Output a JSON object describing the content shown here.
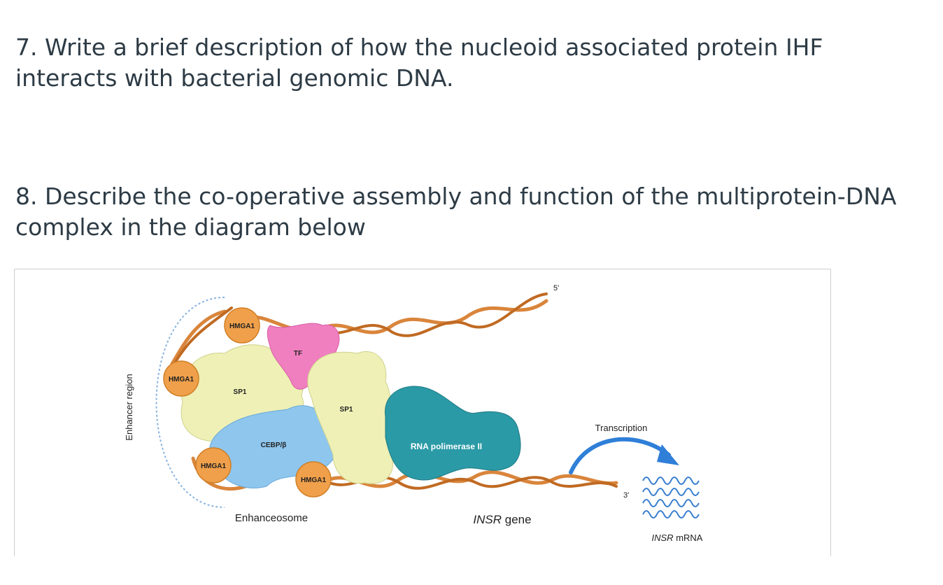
{
  "questions": {
    "q7": "7. Write a brief description of how the nucleoid associated protein IHF interacts with bacterial genomic DNA.",
    "q8": "8. Describe the co-operative assembly and function of the multiprotein-DNA complex in the diagram below"
  },
  "diagram": {
    "enhancer_region": "Enhancer region",
    "proteins": {
      "hmga1": "HMGA1",
      "tf": "TF",
      "sp1": "SP1",
      "cebp": "CEBP/β",
      "rna_pol": "RNA polimerase II"
    },
    "enhanceosome": "Enhanceosome",
    "gene_italic": "INSR",
    "gene_suffix": " gene",
    "transcription": "Transcription",
    "five_prime": "5'",
    "three_prime": "3'",
    "mrna_italic": "INSR",
    "mrna_suffix": " mRNA",
    "colors": {
      "dna": "#d9853b",
      "hmga1": "#f0a04b",
      "sp1": "#f0f2b8",
      "tf": "#f07fc0",
      "cebp": "#8ec6ee",
      "rna_pol": "#2a9aa6",
      "arrow": "#2f7fd8",
      "mrna": "#3a7fd0"
    }
  }
}
